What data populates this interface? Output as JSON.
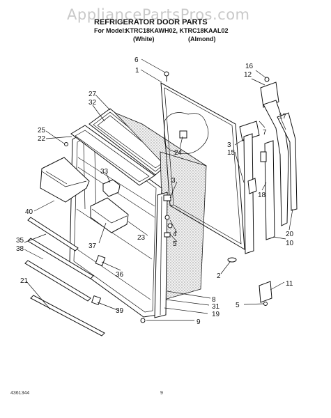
{
  "watermark": "AppliancePartsPros.com",
  "title": "REFRIGERATOR DOOR PARTS",
  "model_line_label": "For Model:",
  "models": "KTRC18KAWH02, KTRC18KAAL02",
  "color_white": "(White)",
  "color_almond": "(Almond)",
  "doc_number": "4361344",
  "page_number": "9",
  "callouts": [
    "6",
    "1",
    "27",
    "32",
    "25",
    "22",
    "33",
    "40",
    "35",
    "38",
    "37",
    "21",
    "36",
    "39",
    "24",
    "3",
    "4",
    "5",
    "23",
    "8",
    "31",
    "19",
    "9",
    "3",
    "15",
    "16",
    "12",
    "17",
    "7",
    "18",
    "20",
    "10",
    "2",
    "11",
    "5"
  ]
}
